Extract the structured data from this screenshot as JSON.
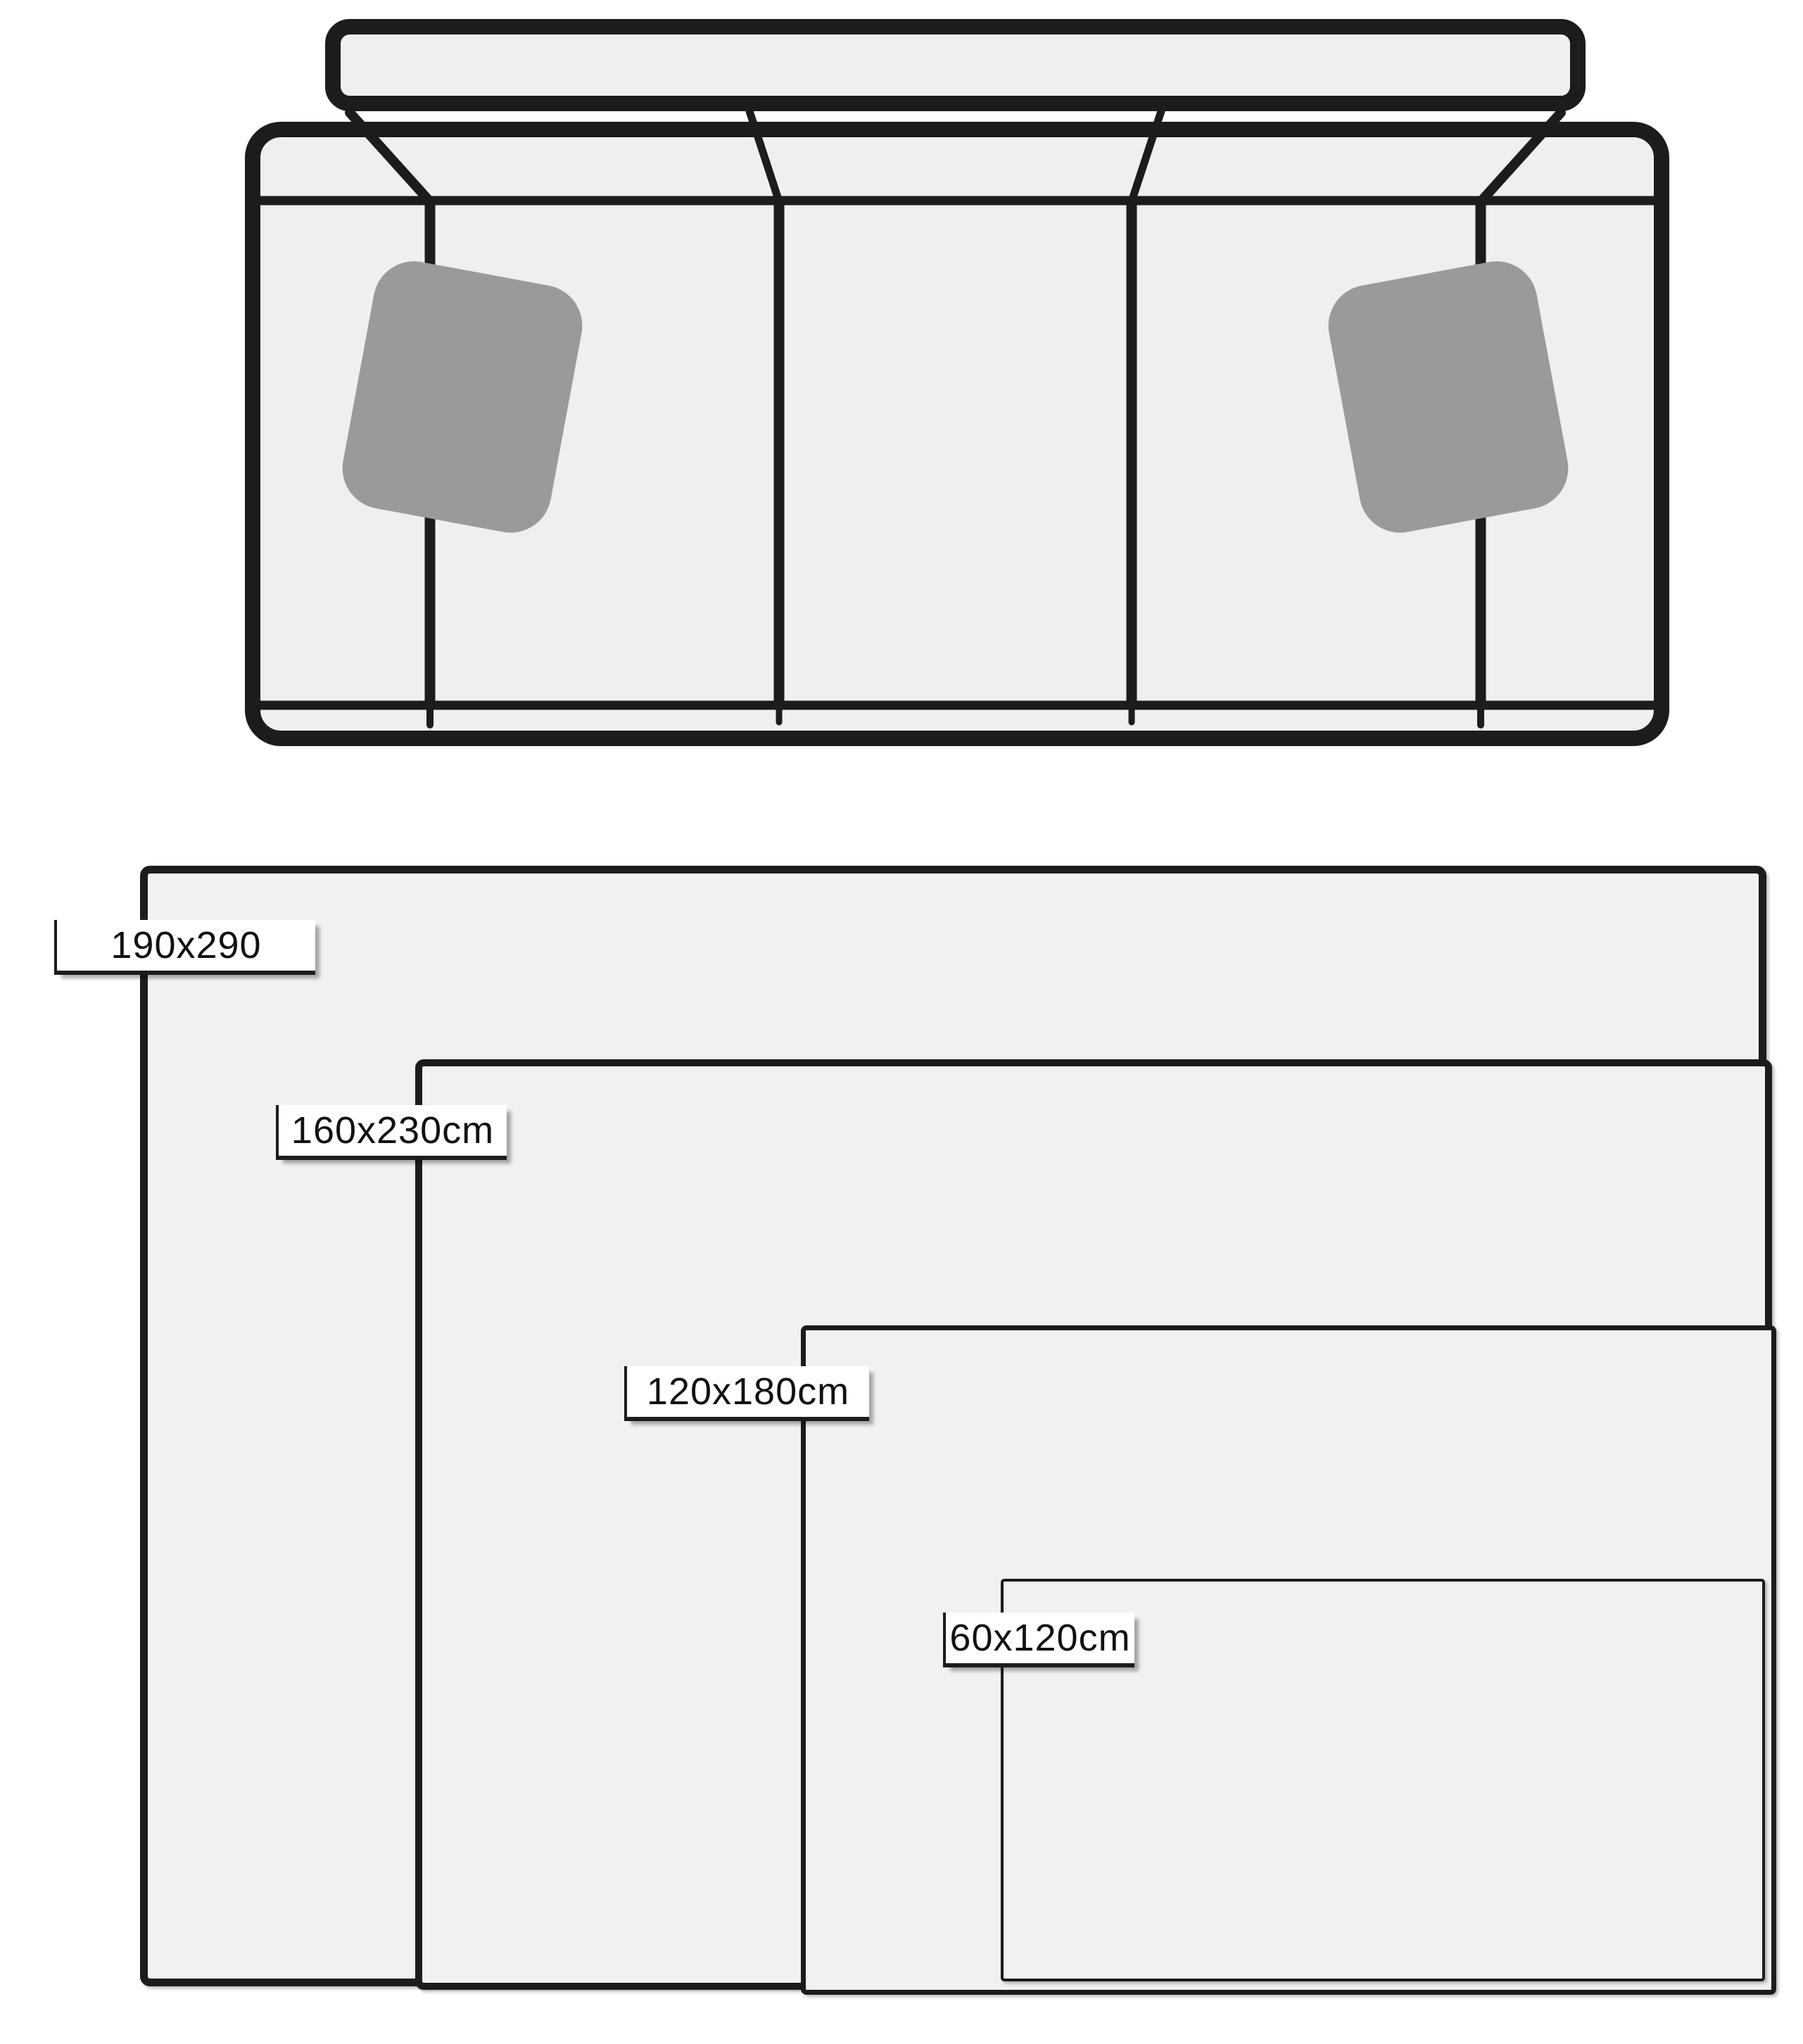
{
  "illustration": {
    "name": "three-seat sofa top view",
    "seat_count": 3,
    "pillow_count": 2
  },
  "size_guide": {
    "sizes": [
      {
        "label": "190x290",
        "width_cm": 190,
        "length_cm": 290
      },
      {
        "label": "160x230cm",
        "width_cm": 160,
        "length_cm": 230
      },
      {
        "label": "120x180cm",
        "width_cm": 120,
        "length_cm": 180
      },
      {
        "label": "60x120cm",
        "width_cm": 60,
        "length_cm": 120
      }
    ]
  },
  "colors": {
    "line-color": "#1c1c1c",
    "upholstery-fill": "#efefef",
    "pillow-fill": "#9a9a9a",
    "rug-fill": "#f1f1f1",
    "label-bg": "#ffffff",
    "page-bg": "#ffffff",
    "text-color": "#111111"
  }
}
